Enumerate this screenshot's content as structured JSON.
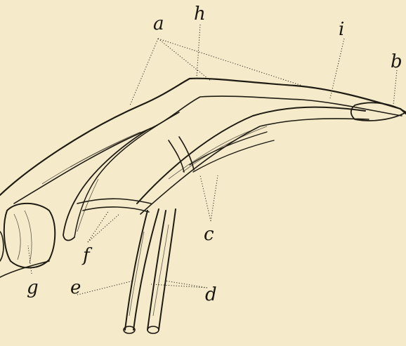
{
  "figure": {
    "labels": {
      "a": "a",
      "b": "b",
      "c": "c",
      "d": "d",
      "e": "e",
      "f": "f",
      "g": "g",
      "h": "h",
      "i": "i"
    },
    "colors": {
      "paper": "#f5ebcb",
      "ink": "#1f1a12"
    }
  }
}
